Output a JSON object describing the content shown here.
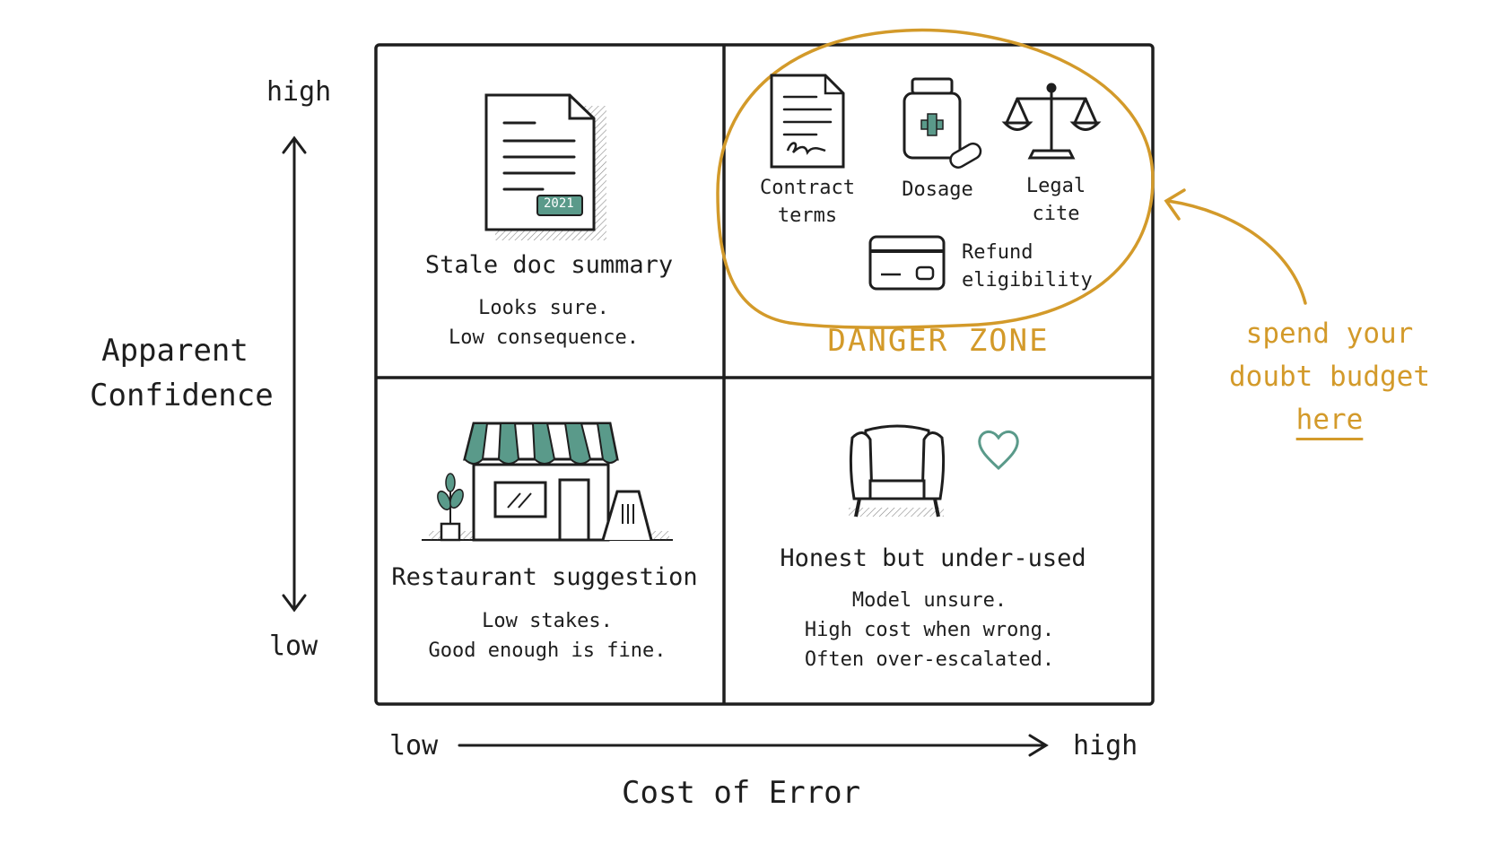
{
  "axes": {
    "y_high": "high",
    "y_low": "low",
    "y_label_line1": "Apparent",
    "y_label_line2": "Confidence",
    "x_low": "low",
    "x_high": "high",
    "x_label": "Cost of Error"
  },
  "quadrants": {
    "top_left": {
      "title": "Stale doc summary",
      "line1": "Looks sure.",
      "line2": "Low consequence.",
      "doc_year": "2021"
    },
    "top_right": {
      "zone_label": "DANGER ZONE",
      "items": {
        "contract": {
          "line1": "Contract",
          "line2": "terms"
        },
        "dosage": {
          "line1": "Dosage"
        },
        "legal": {
          "line1": "Legal",
          "line2": "cite"
        },
        "refund": {
          "line1": "Refund",
          "line2": "eligibility"
        }
      }
    },
    "bottom_left": {
      "title": "Restaurant suggestion",
      "line1": "Low stakes.",
      "line2": "Good enough is fine."
    },
    "bottom_right": {
      "title": "Honest but under-used",
      "line1": "Model unsure.",
      "line2": "High cost when wrong.",
      "line3": "Often over-escalated."
    }
  },
  "annotation": {
    "line1": "spend your",
    "line2": "doubt budget",
    "line3": "here"
  },
  "colors": {
    "ink": "#1e1e1e",
    "accent": "#d39a2a",
    "teal": "#5a9a8a"
  }
}
